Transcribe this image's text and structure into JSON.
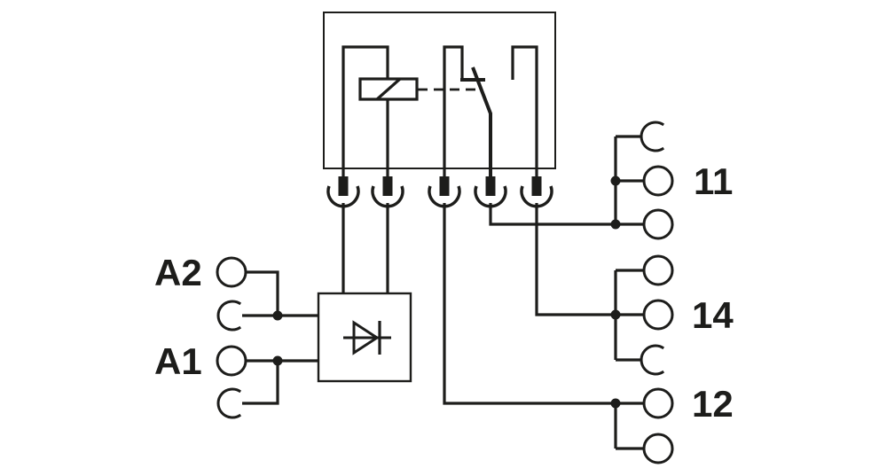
{
  "diagram_type": "relay-module-wiring-schematic",
  "colors": {
    "background": "#ffffff",
    "line": "#1d1d1b",
    "text": "#1d1d1b"
  },
  "labels": {
    "a2": "A2",
    "a1": "A1",
    "out11": "11",
    "out14": "14",
    "out12": "12"
  },
  "left_inputs": [
    {
      "label": "A2",
      "contacts": [
        "screw-circle",
        "socket-arc"
      ]
    },
    {
      "label": "A1",
      "contacts": [
        "screw-circle",
        "socket-arc"
      ]
    }
  ],
  "right_outputs": [
    {
      "label": "11",
      "contacts": [
        "socket-arc",
        "screw-circle",
        "screw-circle"
      ]
    },
    {
      "label": "14",
      "contacts": [
        "screw-circle",
        "screw-circle",
        "socket-arc"
      ]
    },
    {
      "label": "12",
      "contacts": [
        "screw-circle",
        "screw-circle"
      ]
    }
  ],
  "components": {
    "relay_unit": "relay with coil and changeover contact",
    "protection_module": "diode",
    "plug_terminals": 5
  }
}
